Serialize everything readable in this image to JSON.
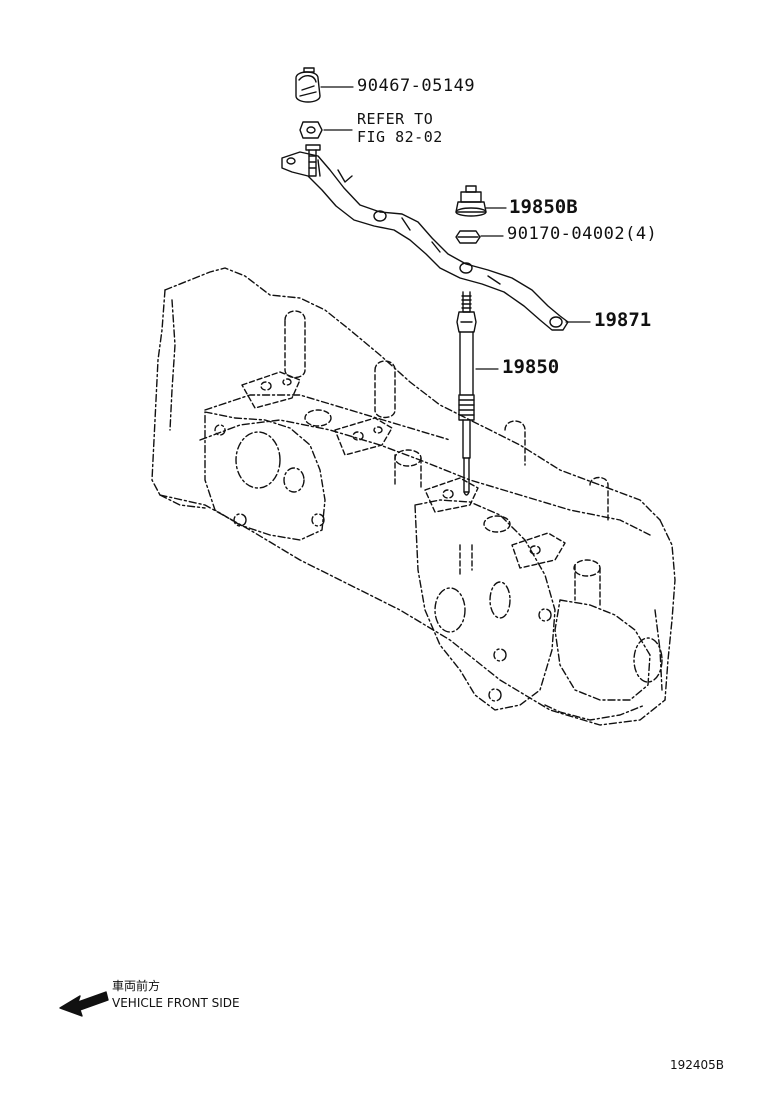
{
  "callouts": {
    "bolt": "90467-05149",
    "refer_line1": "REFER TO",
    "refer_line2": "FIG 82-02",
    "connector": "19850B",
    "nut": "90170-04002(4)",
    "lead_plate": "19871",
    "glow_plug": "19850"
  },
  "legend": {
    "japanese": "車両前方",
    "english": "VEHICLE FRONT SIDE"
  },
  "figure_id": "192405B",
  "colors": {
    "line": "#111111",
    "background": "#ffffff"
  },
  "icons": {
    "direction": "arrow-left-icon"
  }
}
